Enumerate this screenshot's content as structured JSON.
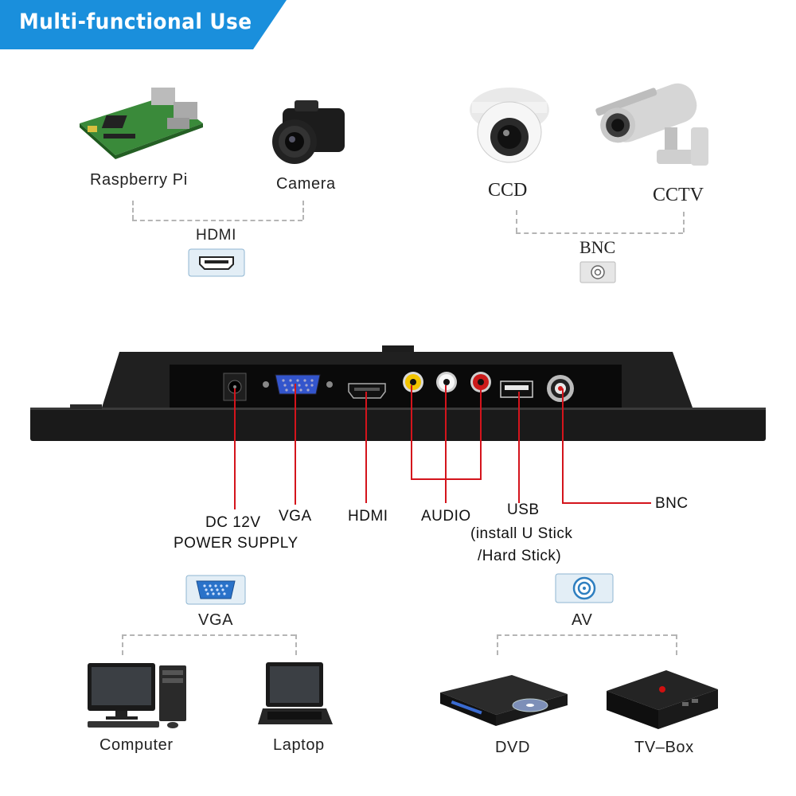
{
  "banner": {
    "title": "Multi-functional Use",
    "color": "#1a8fdc"
  },
  "top_left": {
    "devices": [
      {
        "label": "Raspberry Pi",
        "icon": "raspberry-pi-board-icon"
      },
      {
        "label": "Camera",
        "icon": "dslr-camera-icon"
      }
    ],
    "connector_label": "HDMI",
    "connector_icon": "hdmi-port-icon"
  },
  "top_right": {
    "devices": [
      {
        "label": "CCD",
        "icon": "dome-camera-icon"
      },
      {
        "label": "CCTV",
        "icon": "bullet-camera-icon"
      }
    ],
    "connector_label": "BNC",
    "connector_icon": "bnc-port-icon"
  },
  "ports": {
    "dc": {
      "line1": "DC 12V",
      "line2": "POWER SUPPLY"
    },
    "vga": "VGA",
    "hdmi": "HDMI",
    "audio": "AUDIO",
    "usb": {
      "line1": "USB",
      "line2": "(install U Stick",
      "line3": "/Hard Stick)"
    },
    "bnc": "BNC",
    "line_color": "#d4141c"
  },
  "bottom_left": {
    "connector_label": "VGA",
    "connector_icon": "vga-port-icon",
    "devices": [
      {
        "label": "Computer",
        "icon": "desktop-computer-icon"
      },
      {
        "label": "Laptop",
        "icon": "laptop-icon"
      }
    ]
  },
  "bottom_right": {
    "connector_label": "AV",
    "connector_icon": "av-port-icon",
    "devices": [
      {
        "label": "DVD",
        "icon": "dvd-player-icon"
      },
      {
        "label": "TV–Box",
        "icon": "tv-box-icon"
      }
    ]
  }
}
